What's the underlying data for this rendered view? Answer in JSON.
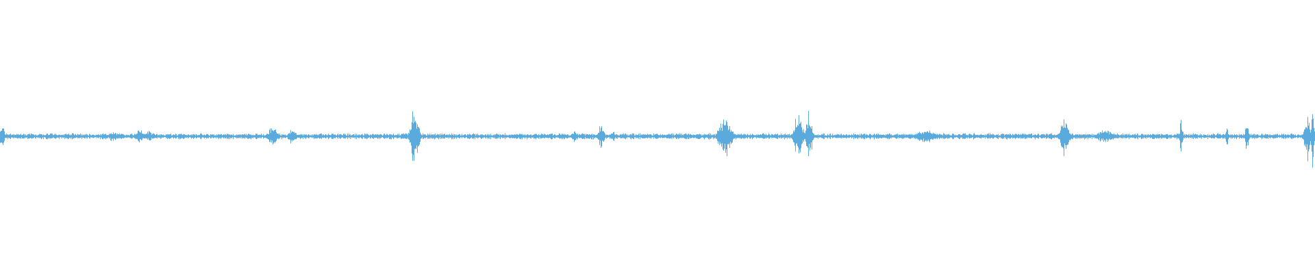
{
  "waveform": {
    "color": "#5aaade",
    "background": "#ffffff",
    "baseline_noise": 0.012,
    "bursts": [
      {
        "pos": 0.001,
        "amp": 0.05,
        "width": 0.004
      },
      {
        "pos": 0.086,
        "amp": 0.02,
        "width": 0.008
      },
      {
        "pos": 0.106,
        "amp": 0.03,
        "width": 0.006
      },
      {
        "pos": 0.113,
        "amp": 0.025,
        "width": 0.004
      },
      {
        "pos": 0.207,
        "amp": 0.04,
        "width": 0.006
      },
      {
        "pos": 0.222,
        "amp": 0.03,
        "width": 0.006
      },
      {
        "pos": 0.314,
        "amp": 0.11,
        "width": 0.004
      },
      {
        "pos": 0.317,
        "amp": 0.07,
        "width": 0.004
      },
      {
        "pos": 0.437,
        "amp": 0.03,
        "width": 0.002
      },
      {
        "pos": 0.457,
        "amp": 0.05,
        "width": 0.004
      },
      {
        "pos": 0.466,
        "amp": 0.025,
        "width": 0.003
      },
      {
        "pos": 0.551,
        "amp": 0.09,
        "width": 0.008
      },
      {
        "pos": 0.607,
        "amp": 0.1,
        "width": 0.006
      },
      {
        "pos": 0.615,
        "amp": 0.11,
        "width": 0.004
      },
      {
        "pos": 0.704,
        "amp": 0.03,
        "width": 0.012
      },
      {
        "pos": 0.809,
        "amp": 0.08,
        "width": 0.006
      },
      {
        "pos": 0.84,
        "amp": 0.03,
        "width": 0.01
      },
      {
        "pos": 0.898,
        "amp": 0.08,
        "width": 0.002
      },
      {
        "pos": 0.933,
        "amp": 0.04,
        "width": 0.002
      },
      {
        "pos": 0.948,
        "amp": 0.07,
        "width": 0.002
      },
      {
        "pos": 0.994,
        "amp": 0.1,
        "width": 0.004
      },
      {
        "pos": 0.998,
        "amp": 0.12,
        "width": 0.002
      }
    ]
  }
}
